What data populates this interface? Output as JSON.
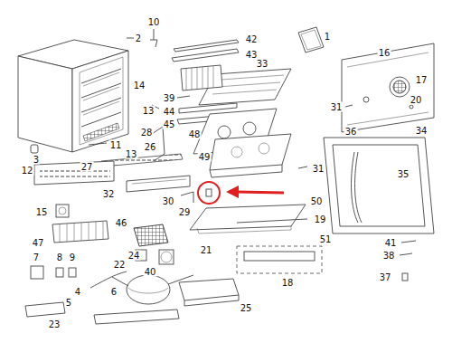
{
  "diagram": {
    "labels": [
      "10",
      "2",
      "42",
      "1",
      "16",
      "43",
      "33",
      "17",
      "14",
      "39",
      "31",
      "20",
      "13",
      "44",
      "45",
      "28",
      "48",
      "36",
      "34",
      "11",
      "13",
      "3",
      "49",
      "27",
      "26",
      "31",
      "12",
      "35",
      "32",
      "50",
      "30",
      "15",
      "29",
      "19",
      "46",
      "51",
      "47",
      "24",
      "41",
      "21",
      "38",
      "7",
      "8",
      "9",
      "22",
      "40",
      "18",
      "37",
      "6",
      "4",
      "5",
      "23",
      "25"
    ]
  }
}
